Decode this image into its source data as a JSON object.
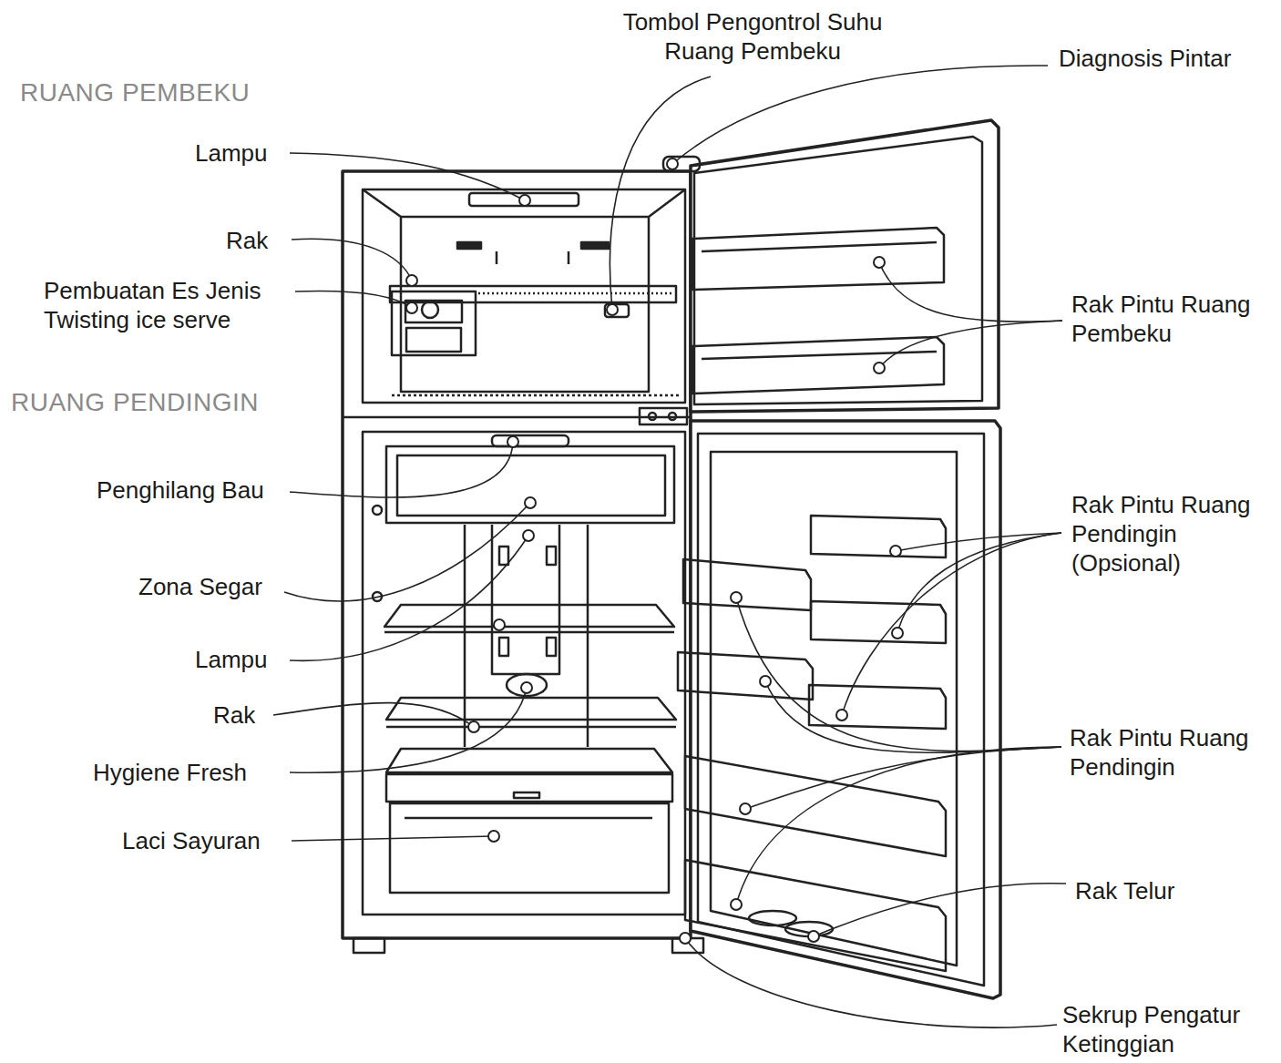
{
  "diagram": {
    "labels": [
      "RUANG PEMBEKU",
      "Lampu",
      "Rak",
      "Pembuatan Es Jenis Twisting ice serve",
      "RUANG PENDINGIN",
      "Penghilang Bau",
      "Zona Segar",
      "Lampu",
      "Rak",
      "Hygiene Fresh",
      "Laci Sayuran",
      "Tombol Pengontrol Suhu Ruang Pembeku",
      "Diagnosis Pintar",
      "Rak Pintu Ruang Pembeku",
      "Rak Pintu Ruang Pendingin (Opsional)",
      "Rak Pintu Ruang Pendingin",
      "Rak Telur",
      "Sekrup Pengatur Ketinggian"
    ]
  }
}
